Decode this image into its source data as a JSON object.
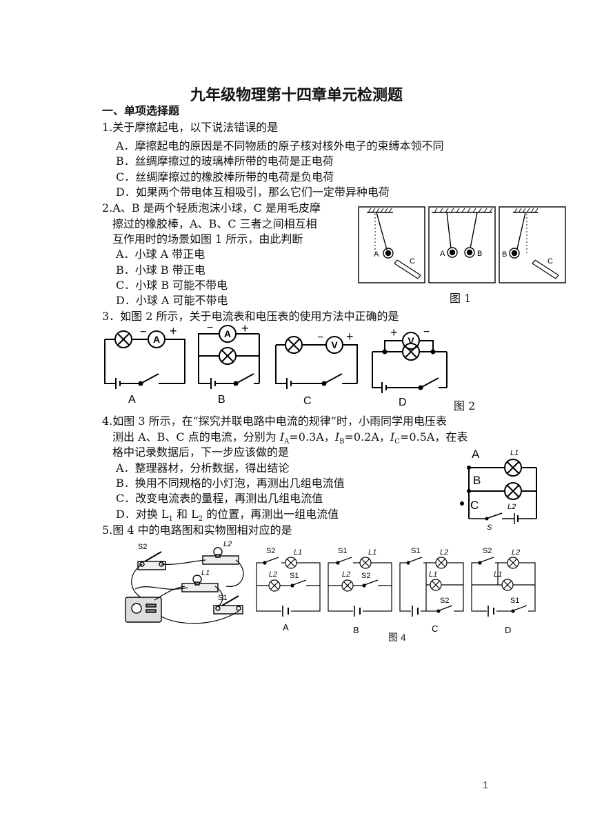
{
  "title": "九年级物理第十四章单元检测题",
  "section1": "一、单项选择题",
  "q1": {
    "stem": "1.关于摩擦起电，以下说法错误的是",
    "options": [
      "A．摩擦起电的原因是不同物质的原子核对核外电子的束缚本领不同",
      "B．丝绸摩擦过的玻璃棒所带的电荷是正电荷",
      "C．丝绸摩擦过的橡胶棒所带的电荷是负电荷",
      "D．如果两个带电体互相吸引，那么它们一定带异种电荷"
    ]
  },
  "q2": {
    "stem_lines": [
      "2.A、B 是两个轻质泡沫小球，C 是用毛皮摩",
      "擦过的橡胶棒，A、B、C 三者之间相互相",
      "互作用时的场景如图 1 所示，由此判断"
    ],
    "options": [
      "A．小球 A 带正电",
      "B．小球 B 带正电",
      "C．小球 B 可能不带电",
      "D．小球 A 可能不带电"
    ],
    "figure": {
      "caption": "图 1",
      "panel1": {
        "ball": "A",
        "rod": "C"
      },
      "panel2": {
        "ball_left": "A",
        "ball_right": "B"
      },
      "panel3": {
        "ball": "B",
        "rod": "C"
      }
    }
  },
  "q3": {
    "stem": "3．如图 2 所示，关于电流表和电压表的使用方法中正确的是",
    "figure": {
      "caption": "图 2",
      "labels": [
        "A",
        "B",
        "C",
        "D"
      ],
      "ammeter": "A",
      "voltmeter": "V",
      "plus": "+",
      "minus": "−"
    }
  },
  "q4": {
    "stem_lines": [
      "4.如图 3 所示，在“探究并联电路中电流的规律”时，小雨同学用电压表",
      "测出 A、B、C 点的电流，分别为 I<sub>A</sub>=0.3A，I<sub>B</sub>=0.2A，I<sub>C</sub>=0.5A，在表",
      "格中记录数据后，下一步应该做的是"
    ],
    "stem_line1": "4.如图 3 所示，在“探究并联电路中电流的规律”时，小雨同学用电压表",
    "stem_line2_parts": [
      "测出 A、B、C 点的电流，分别为 ",
      "I",
      "A",
      "=0.3A，",
      "I",
      "B",
      "=0.2A，",
      "I",
      "C",
      "=0.5A，在表"
    ],
    "stem_line3": "格中记录数据后，下一步应该做的是",
    "options": [
      "A．整理器材，分析数据，得出结论",
      "B．换用不同规格的小灯泡，再测出几组电流值",
      "C．改变电流表的量程，再测出几组电流值"
    ],
    "optD_parts": [
      "D．对换 L",
      "1",
      " 和 L",
      "2",
      " 的位置，再测出一组电流值"
    ],
    "figure": {
      "point_a": "A",
      "point_b": "B",
      "point_c": "C",
      "lamp1": "L1",
      "lamp2": "L2",
      "switch": "S"
    }
  },
  "q5": {
    "stem": "5.图 4 中的电路图和实物图相对应的是",
    "figure": {
      "caption": "图 4",
      "photo_labels": {
        "s2": "S2",
        "l2": "L2",
        "l1": "L1",
        "s1": "S1"
      },
      "circuits": [
        {
          "label": "A",
          "top_switch": "S2",
          "top_lamp": "L1",
          "mid_lamp": "L2",
          "mid_switch": "S1"
        },
        {
          "label": "B",
          "top_switch": "S1",
          "top_lamp": "L1",
          "mid_lamp": "L2",
          "mid_switch": "S2"
        },
        {
          "label": "C",
          "top_switch": "S1",
          "top_lamp": "L2",
          "mid_lamp": "L1",
          "bottom_switch": "S2"
        },
        {
          "label": "D",
          "top_switch": "S2",
          "top_lamp": "L2",
          "mid_lamp": "L1",
          "bottom_switch": "S1"
        }
      ]
    }
  },
  "page_number": "1"
}
